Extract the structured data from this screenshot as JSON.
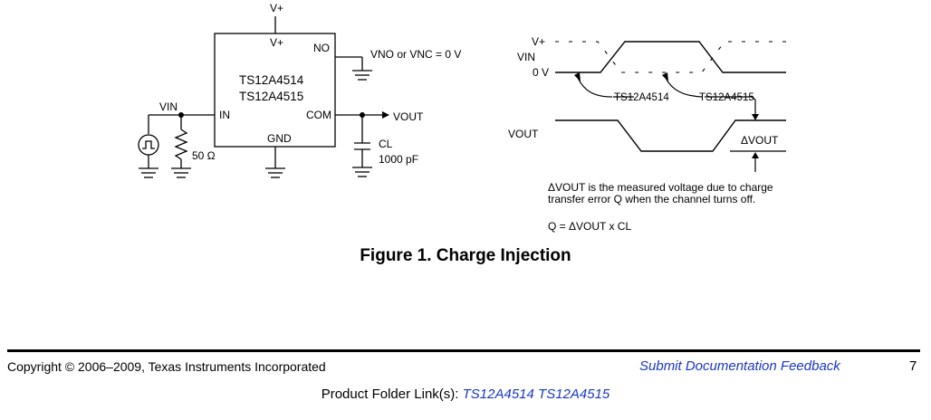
{
  "circuit": {
    "vplus_top": "V+",
    "vplus_pin": "V+",
    "no_pin": "NO",
    "part1": "TS12A4514",
    "part2": "TS12A4515",
    "in_pin": "IN",
    "com_pin": "COM",
    "gnd_pin": "GND",
    "vin_label": "VIN",
    "resistor": "50 Ω",
    "vno_label": "VNO or VNC = 0 V",
    "vout_label": "VOUT",
    "cap_label": "CL",
    "cap_value": "1000 pF"
  },
  "waveform": {
    "vplus": "V+",
    "vin": "VIN",
    "zero_v": "0 V",
    "vout": "VOUT",
    "ts4514": "TS12A4514",
    "ts4515": "TS12A4515",
    "delta_vout": "ΔVOUT",
    "note_line1": "ΔVOUT is the measured voltage due to charge",
    "note_line2": "transfer error Q when the channel turns off.",
    "formula": "Q = ΔVOUT x CL"
  },
  "caption": "Figure 1. Charge Injection",
  "footer": {
    "copyright": "Copyright © 2006–2009, Texas Instruments Incorporated",
    "feedback": "Submit Documentation Feedback",
    "page_number": "7",
    "folder_prefix": "Product Folder Link(s):",
    "links": [
      "TS12A4514",
      "TS12A4515"
    ]
  }
}
